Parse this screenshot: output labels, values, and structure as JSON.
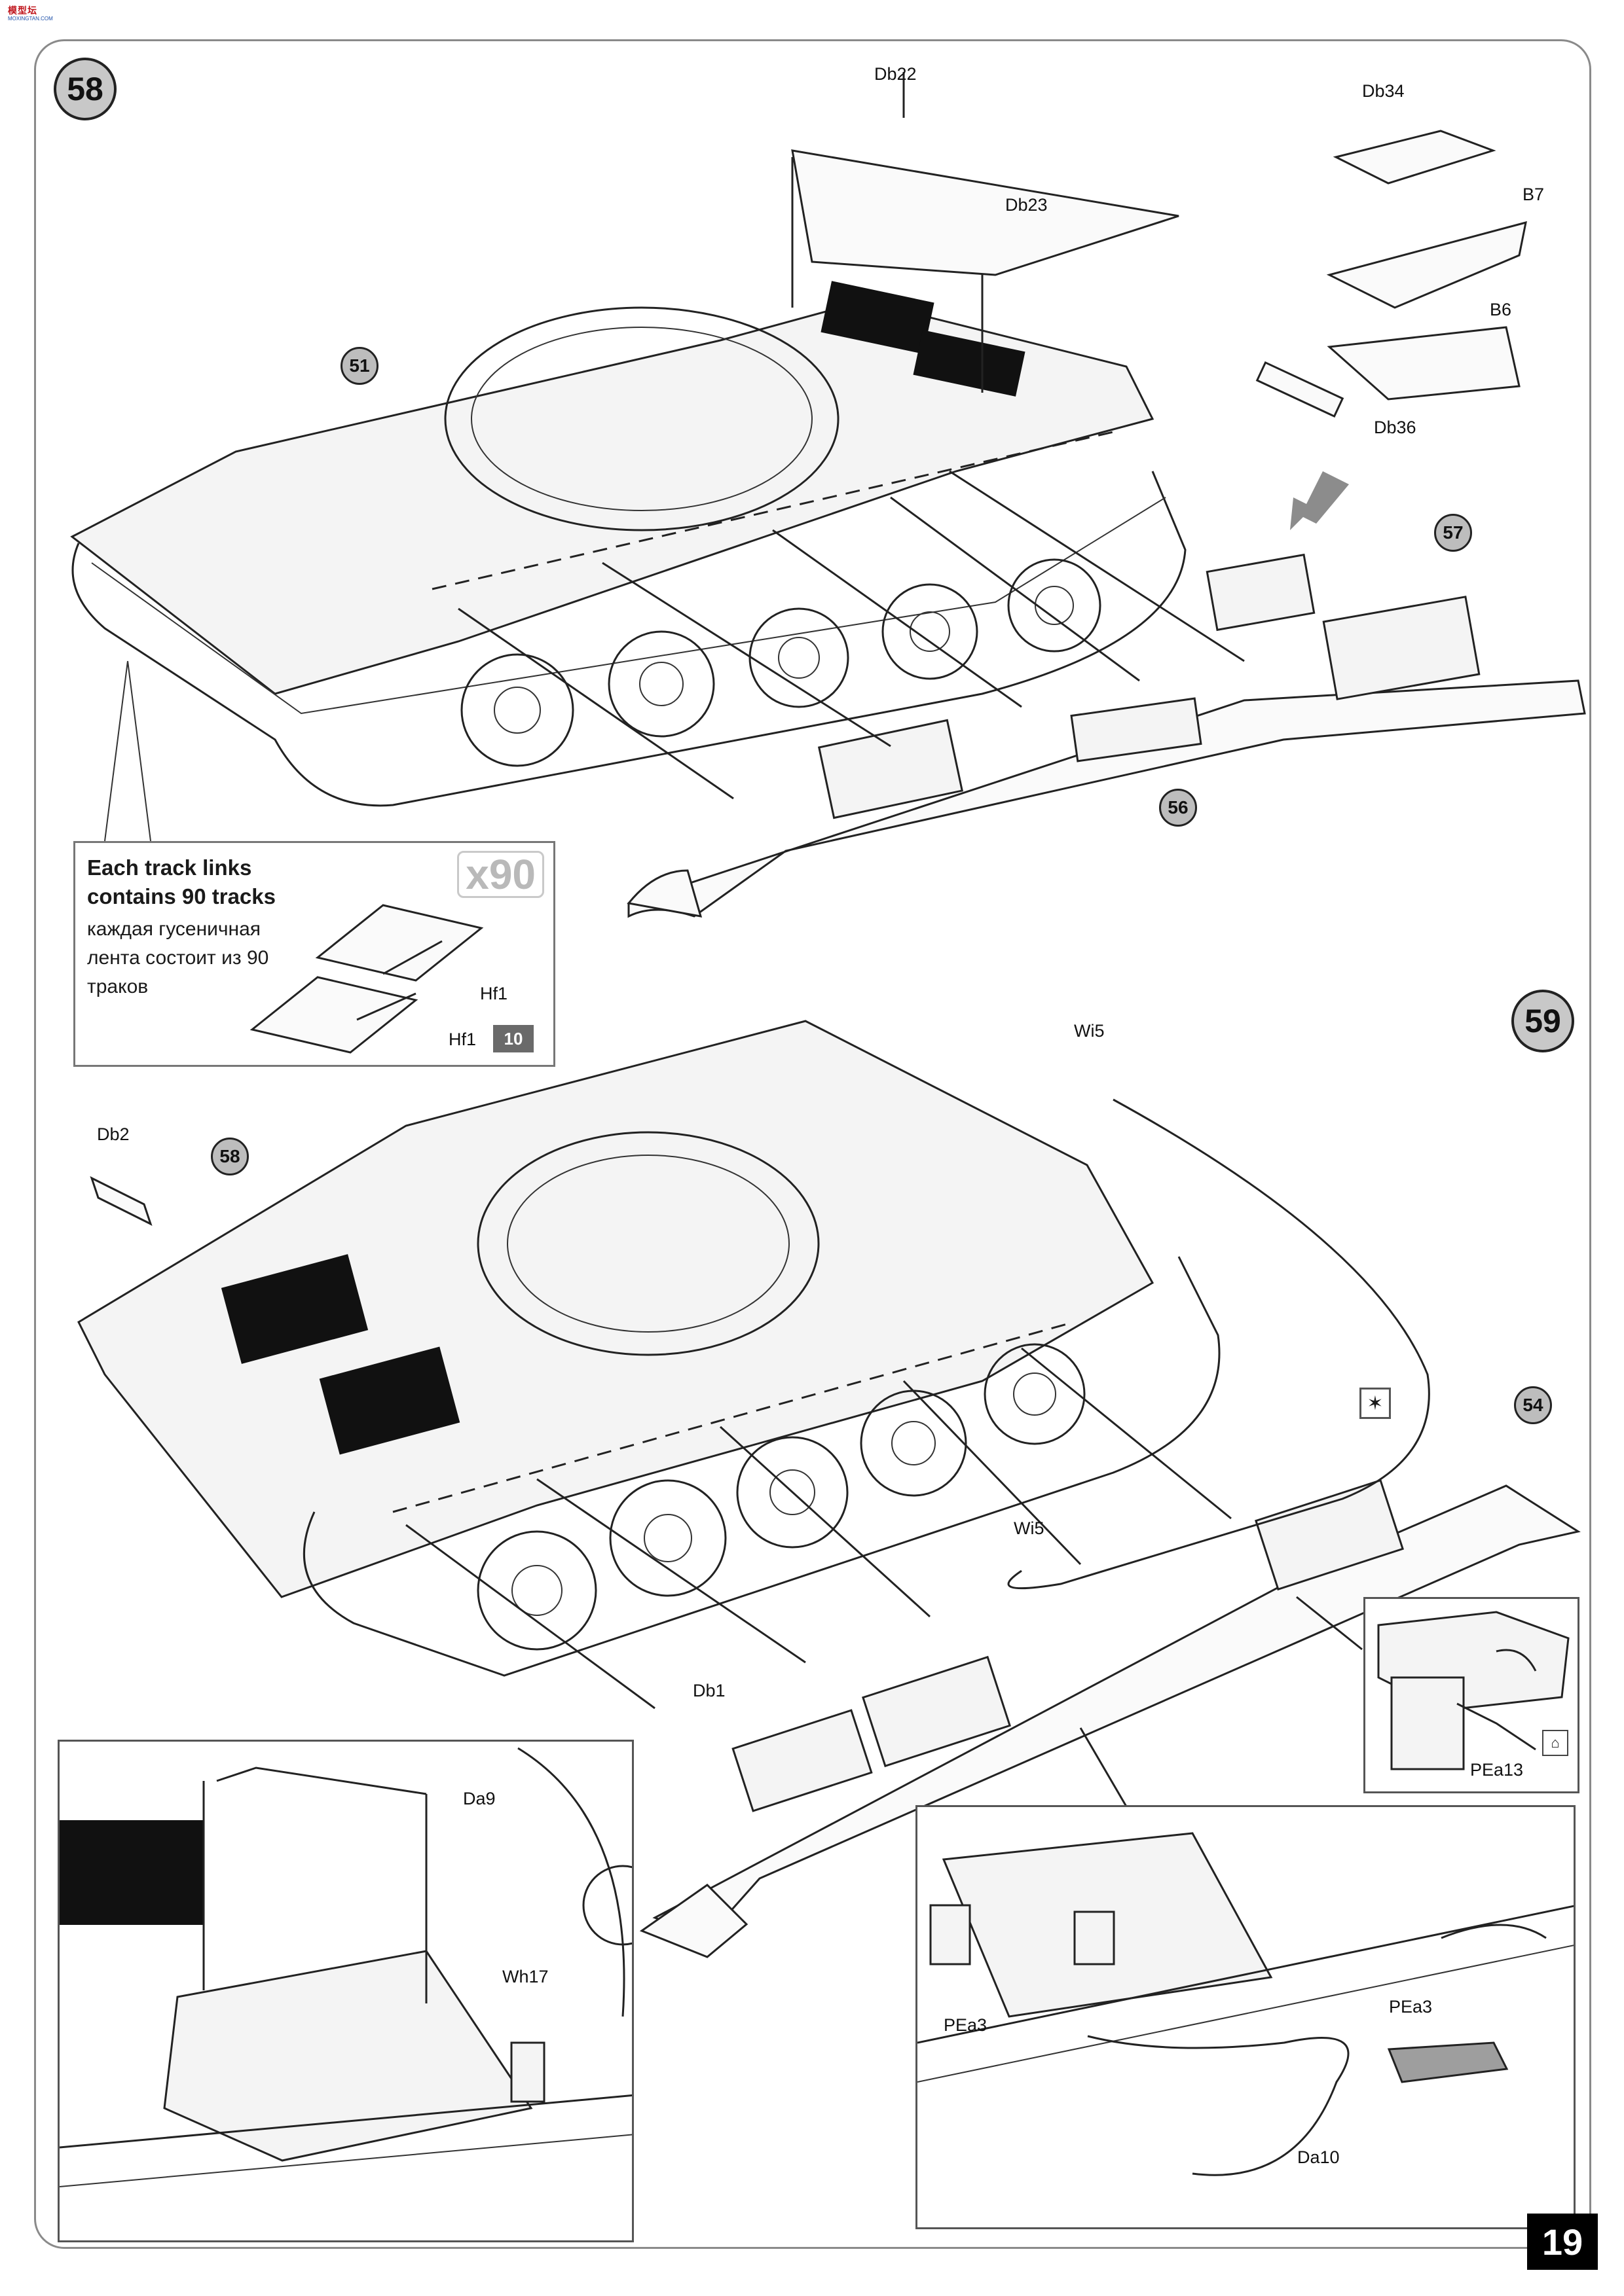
{
  "brand": {
    "logo_text": "模型坛",
    "logo_sub": "MOXINGTAN.COM"
  },
  "steps": [
    {
      "number": "58"
    },
    {
      "number": "59"
    }
  ],
  "step58": {
    "refs": [
      "51",
      "57",
      "56"
    ],
    "parts": {
      "db22": "Db22",
      "db23": "Db23",
      "db34": "Db34",
      "b7": "B7",
      "b6": "B6",
      "db36": "Db36"
    },
    "note": {
      "en": "Each track links contains 90 tracks",
      "ru": "каждая гусеничная лента состоит из 90 траков",
      "qty": "x90",
      "parts": {
        "hf1_a": "Hf1",
        "hf1_b": "Hf1"
      },
      "sprue_number": "10"
    }
  },
  "step59": {
    "refs": [
      "58",
      "54"
    ],
    "parts": {
      "wi5_top": "Wi5",
      "db2": "Db2",
      "wi5_mid": "Wi5",
      "db1": "Db1",
      "pea13": "PEa13",
      "da9": "Da9",
      "wh17": "Wh17",
      "pea3_a": "PEa3",
      "pea3_b": "PEa3",
      "da10": "Da10"
    }
  },
  "page_number": "19",
  "icons": [
    "arrow-down-icon",
    "glue-icon",
    "photo-etch-icon"
  ]
}
